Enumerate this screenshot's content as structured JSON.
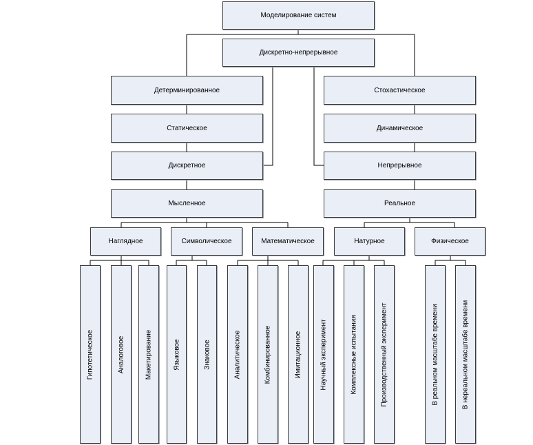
{
  "diagram": {
    "root": "Моделирование систем",
    "discrete_continuous": "Дискретно-непрерывное",
    "deterministic": "Детерминированное",
    "stochastic": "Стохастическое",
    "static": "Статическое",
    "dynamic": "Динамическое",
    "discrete": "Дискретное",
    "continuous": "Непрерывное",
    "mental": "Мысленное",
    "real": "Реальное",
    "visual": "Наглядное",
    "symbolic": "Символическое",
    "mathematical": "Математическое",
    "natural": "Натурное",
    "physical": "Физическое",
    "leaves": {
      "hypothetical": "Гипотетическое",
      "analog": "Аналоговое",
      "mockup": "Макетирование",
      "language": "Языковое",
      "sign": "Знаковое",
      "analytical": "Аналитическое",
      "combined": "Комбинированное",
      "simulation": "Имитационное",
      "scientific_experiment": "Научный эксперимент",
      "complex_tests": "Комплексные испытания",
      "production_experiment": "Производственный эксперимент",
      "real_time": "В реальном масштабе времени",
      "non_real_time": "В нереальном масштабе времени"
    }
  }
}
